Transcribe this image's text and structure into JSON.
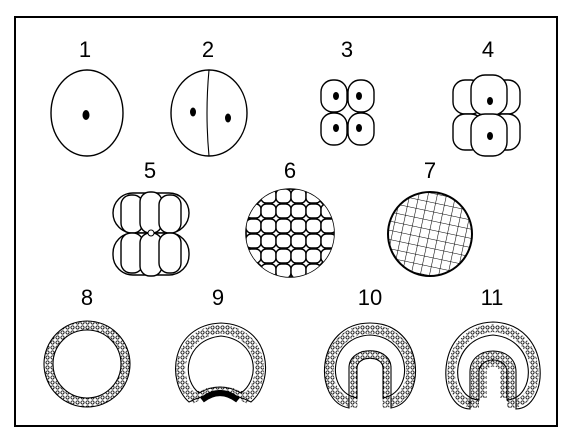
{
  "diagram": {
    "stages": [
      {
        "label": "1",
        "shape": "zygote-one-cell"
      },
      {
        "label": "2",
        "shape": "two-cell"
      },
      {
        "label": "3",
        "shape": "four-cell"
      },
      {
        "label": "4",
        "shape": "eight-cell"
      },
      {
        "label": "5",
        "shape": "sixteen-cell"
      },
      {
        "label": "6",
        "shape": "morula"
      },
      {
        "label": "7",
        "shape": "late-morula"
      },
      {
        "label": "8",
        "shape": "blastula"
      },
      {
        "label": "9",
        "shape": "early-gastrula"
      },
      {
        "label": "10",
        "shape": "invaginating-gastrula"
      },
      {
        "label": "11",
        "shape": "late-gastrula"
      }
    ]
  }
}
